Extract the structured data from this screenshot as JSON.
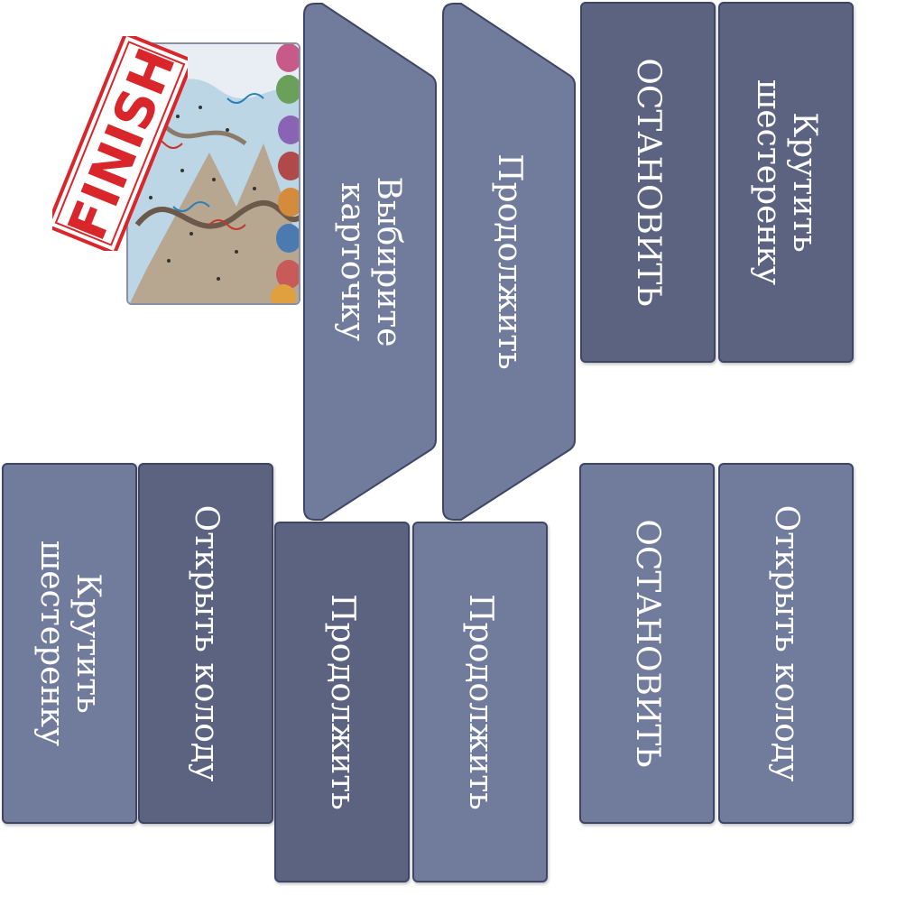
{
  "colors": {
    "button_light": "#717b9c",
    "button_dark": "#5b6381",
    "border": "#3e4565",
    "text": "#ffffff",
    "stamp": "#d9262b"
  },
  "card": {
    "stamp_text": "FINISH"
  },
  "buttons": {
    "choose_card": "Выбирите карточку",
    "continue_top": "Продолжить",
    "stop_top": "ОСТАНОВИТЬ",
    "spin_top": "Крутить шестеренку",
    "spin_bottom": "Крутить шестеренку",
    "open_deck_left": "Открыть колоду",
    "continue_bottom_dark": "Продолжить",
    "continue_bottom_light": "Продолжить",
    "stop_bottom": "ОСТАНОВИТЬ",
    "open_deck_right": "Открыть колоду"
  }
}
